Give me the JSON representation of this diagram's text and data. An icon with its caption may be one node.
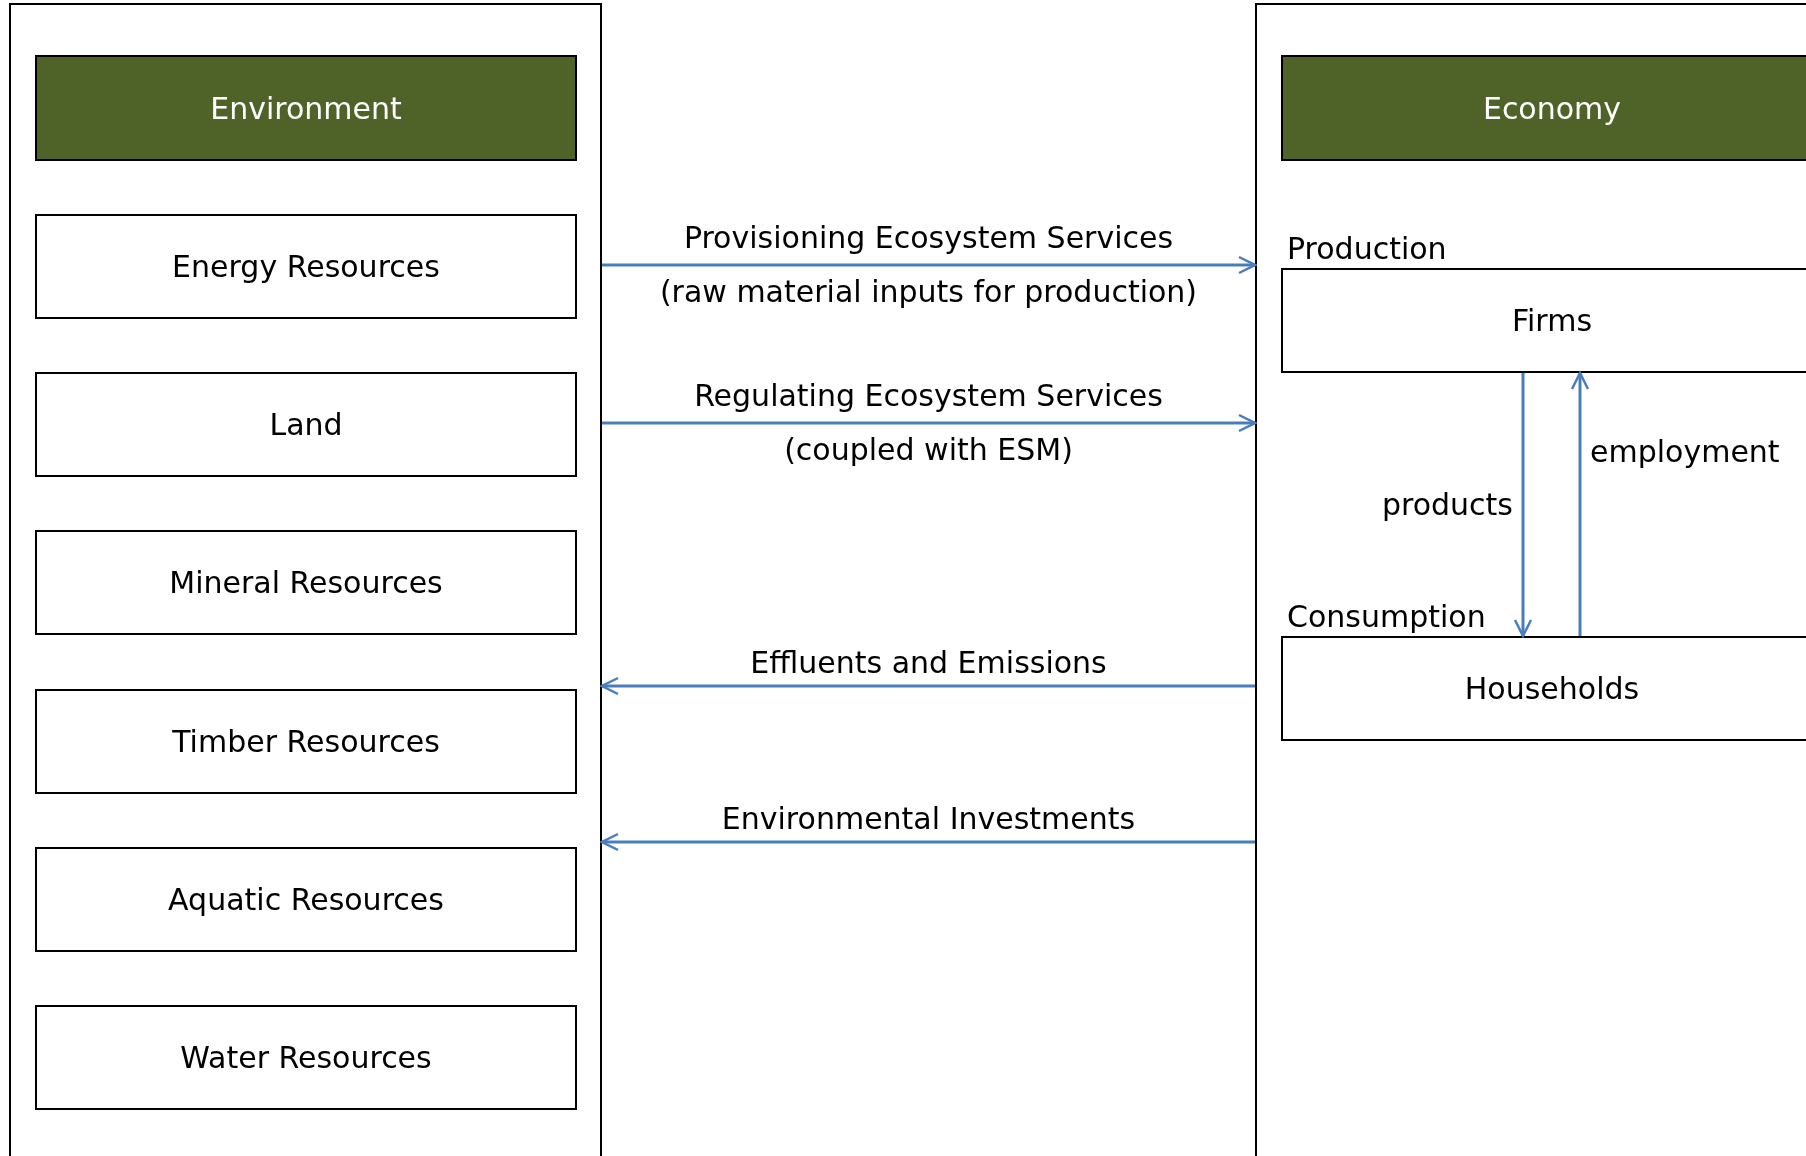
{
  "diagram": {
    "nodes": [
      {
        "text": [],
        "shape": "box"
      },
      {
        "text": [
          "Environment"
        ],
        "in": 0
      },
      {
        "text": [
          "Energy Resources"
        ],
        "in": 0
      },
      {
        "text": [
          "Land"
        ],
        "in": 0
      },
      {
        "text": [
          "Mineral Resources"
        ],
        "in": 0
      },
      {
        "text": [
          "Timber Resources"
        ],
        "in": 0
      },
      {
        "text": [
          "Aquatic Resources"
        ],
        "in": 0
      },
      {
        "text": [
          "Water Resources"
        ],
        "in": 0
      },
      {
        "text": [],
        "shape": "box"
      },
      {
        "text": [
          "Economy"
        ],
        "in": 8
      },
      {
        "text": [
          "Production",
          "Firms"
        ],
        "in": 8
      },
      {
        "text": [
          "Consumption",
          "Households"
        ],
        "in": 8
      }
    ],
    "edges": [
      {
        "from": 0,
        "to": 8,
        "arrow": "to",
        "label": "Provisioning Ecosystem Services (raw material inputs for production)"
      },
      {
        "from": 0,
        "to": 8,
        "arrow": "to",
        "label": "Regulating Ecosystem Services (coupled with ESM)"
      },
      {
        "from": 8,
        "to": 0,
        "arrow": "to",
        "label": "Effluents and Emissions"
      },
      {
        "from": 8,
        "to": 0,
        "arrow": "to",
        "label": "Environmental Investments"
      },
      {
        "from": 10,
        "to": 11,
        "arrow": "to",
        "label": "products"
      },
      {
        "from": 11,
        "to": 10,
        "arrow": "to",
        "label": "employment"
      }
    ]
  }
}
